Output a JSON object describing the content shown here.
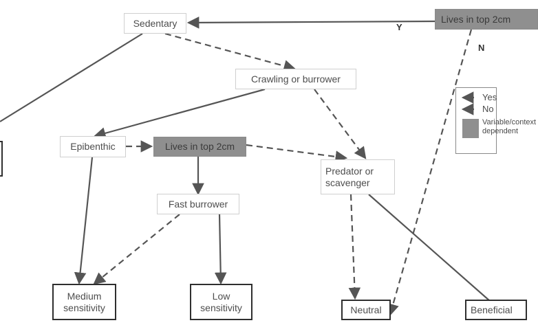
{
  "nodes": {
    "sedentary": "Sedentary",
    "lives_top_right": "Lives in top 2cm",
    "crawling": "Crawling or burrower",
    "epibenthic": "Epibenthic",
    "lives_top_2cm": "Lives in top 2cm",
    "predator": "Predator or scavenger",
    "fast_burrower": "Fast burrower",
    "medium": "Medium sensitivity",
    "low": "Low sensitivity",
    "neutral": "Neutral",
    "beneficial": "Beneficial"
  },
  "edge_labels": {
    "yes": "Y",
    "no": "N"
  },
  "legend": {
    "solid_label": "Yes",
    "dashed_label": "No",
    "grey_label": "Variable/context dependent"
  },
  "colors": {
    "line": "#555555",
    "grey_box": "#8f8f8f"
  }
}
